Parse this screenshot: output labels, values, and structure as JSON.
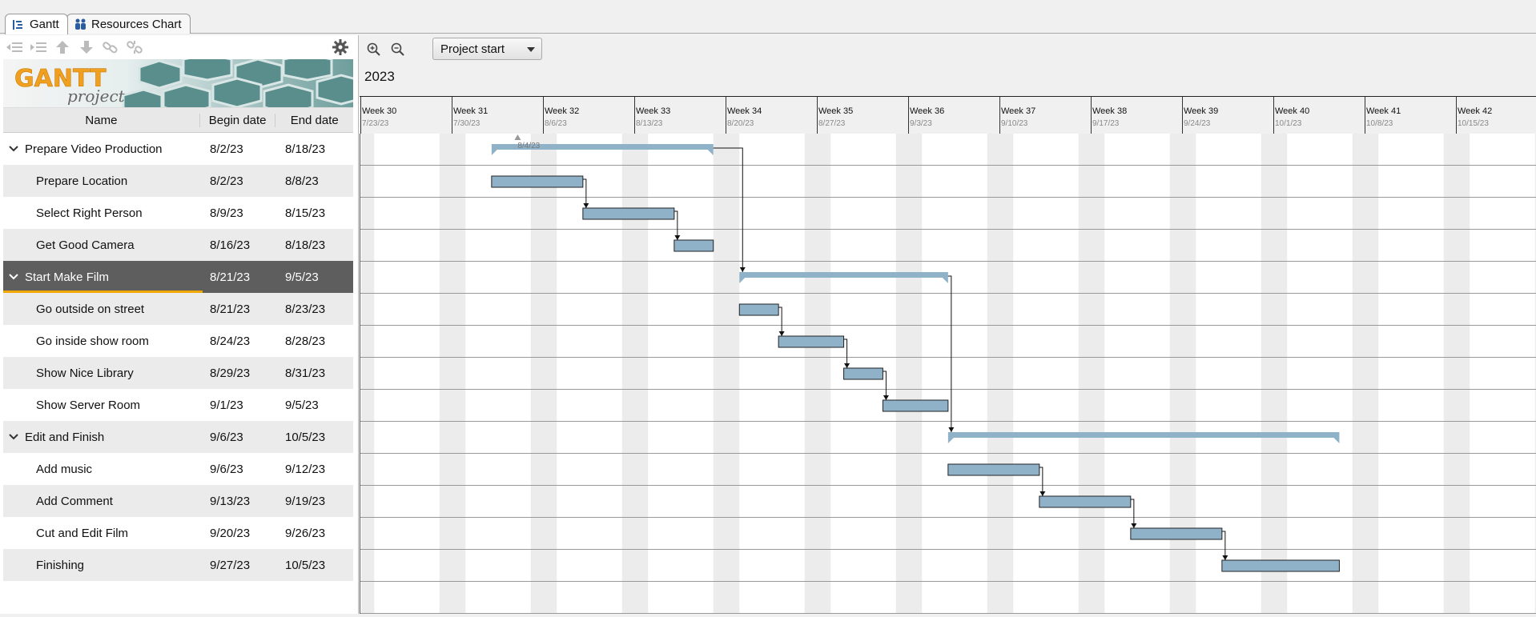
{
  "tabs": [
    {
      "label": "Gantt",
      "icon": "gantt-icon",
      "active": true
    },
    {
      "label": "Resources Chart",
      "icon": "resources-icon",
      "active": false
    }
  ],
  "toolbar": {
    "icons": [
      "outdent-icon",
      "indent-icon",
      "move-up-icon",
      "move-down-icon",
      "link-icon",
      "unlink-icon"
    ],
    "settings_icon": "gear-icon"
  },
  "logo": {
    "text_main": "GANTT",
    "text_sub": "project"
  },
  "table": {
    "headers": {
      "name": "Name",
      "begin": "Begin date",
      "end": "End date"
    },
    "rows": [
      {
        "name": "Prepare Video Production",
        "begin": "8/2/23",
        "end": "8/18/23",
        "group": true
      },
      {
        "name": "Prepare Location",
        "begin": "8/2/23",
        "end": "8/8/23",
        "group": false
      },
      {
        "name": "Select Right Person",
        "begin": "8/9/23",
        "end": "8/15/23",
        "group": false
      },
      {
        "name": "Get Good Camera",
        "begin": "8/16/23",
        "end": "8/18/23",
        "group": false
      },
      {
        "name": "Start Make Film",
        "begin": "8/21/23",
        "end": "9/5/23",
        "group": true,
        "selected": true
      },
      {
        "name": "Go outside on street",
        "begin": "8/21/23",
        "end": "8/23/23",
        "group": false
      },
      {
        "name": "Go inside show room",
        "begin": "8/24/23",
        "end": "8/28/23",
        "group": false
      },
      {
        "name": "Show Nice Library",
        "begin": "8/29/23",
        "end": "8/31/23",
        "group": false
      },
      {
        "name": "Show Server Room",
        "begin": "9/1/23",
        "end": "9/5/23",
        "group": false
      },
      {
        "name": "Edit and Finish",
        "begin": "9/6/23",
        "end": "10/5/23",
        "group": true
      },
      {
        "name": "Add music",
        "begin": "9/6/23",
        "end": "9/12/23",
        "group": false
      },
      {
        "name": "Add Comment",
        "begin": "9/13/23",
        "end": "9/19/23",
        "group": false
      },
      {
        "name": "Cut and Edit Film",
        "begin": "9/20/23",
        "end": "9/26/23",
        "group": false
      },
      {
        "name": "Finishing",
        "begin": "9/27/23",
        "end": "10/5/23",
        "group": false
      }
    ]
  },
  "chart": {
    "dropdown_label": "Project start",
    "zoom_icons": [
      "zoom-in-icon",
      "zoom-out-icon"
    ],
    "year": "2023",
    "weeks": [
      {
        "label": "Week 30",
        "date": "7/23/23"
      },
      {
        "label": "Week 31",
        "date": "7/30/23"
      },
      {
        "label": "Week 32",
        "date": "8/6/23"
      },
      {
        "label": "Week 33",
        "date": "8/13/23"
      },
      {
        "label": "Week 34",
        "date": "8/20/23"
      },
      {
        "label": "Week 35",
        "date": "8/27/23"
      },
      {
        "label": "Week 36",
        "date": "9/3/23"
      },
      {
        "label": "Week 37",
        "date": "9/10/23"
      },
      {
        "label": "Week 38",
        "date": "9/17/23"
      },
      {
        "label": "Week 39",
        "date": "9/24/23"
      },
      {
        "label": "Week 40",
        "date": "10/1/23"
      },
      {
        "label": "Week 41",
        "date": "10/8/23"
      },
      {
        "label": "Week 42",
        "date": "10/15/23"
      }
    ],
    "project_start_marker": "8/4/23",
    "colors": {
      "bar": "#8fb2c9",
      "summary": "#8fb2c9",
      "weekend": "#ececec"
    }
  }
}
